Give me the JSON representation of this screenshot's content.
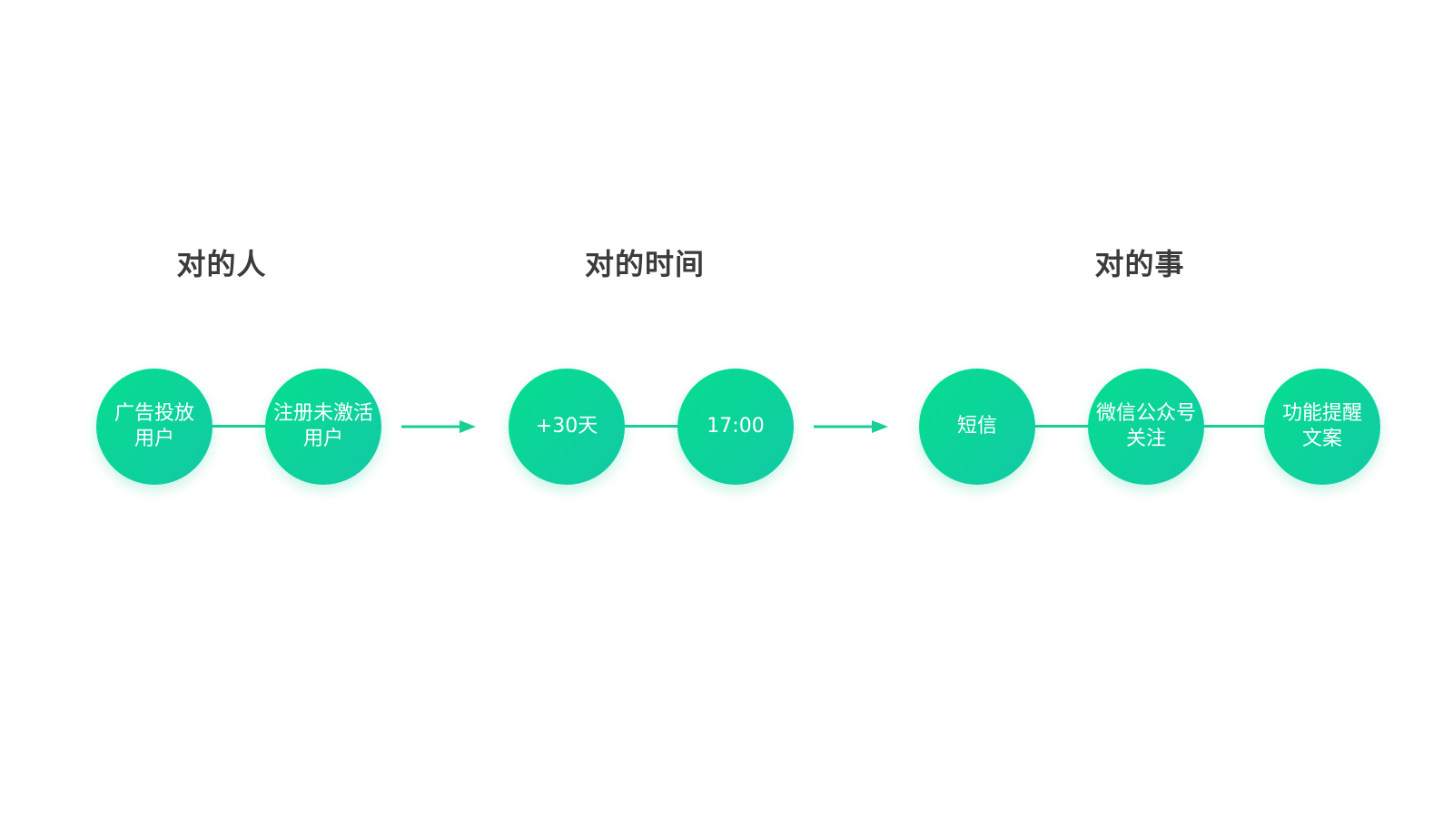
{
  "groups": [
    {
      "title": "对的人",
      "nodes": [
        "广告投放\n用户",
        "注册未激活\n用户"
      ]
    },
    {
      "title": "对的时间",
      "nodes": [
        "+30天",
        "17:00"
      ]
    },
    {
      "title": "对的事",
      "nodes": [
        "短信",
        "微信公众号\n关注",
        "功能提醒\n文案"
      ]
    }
  ],
  "colors": {
    "gradient_start": "#06de8e",
    "gradient_end": "#12c9a6",
    "connector": "#19cf96",
    "title_text": "#3b3b3b"
  }
}
